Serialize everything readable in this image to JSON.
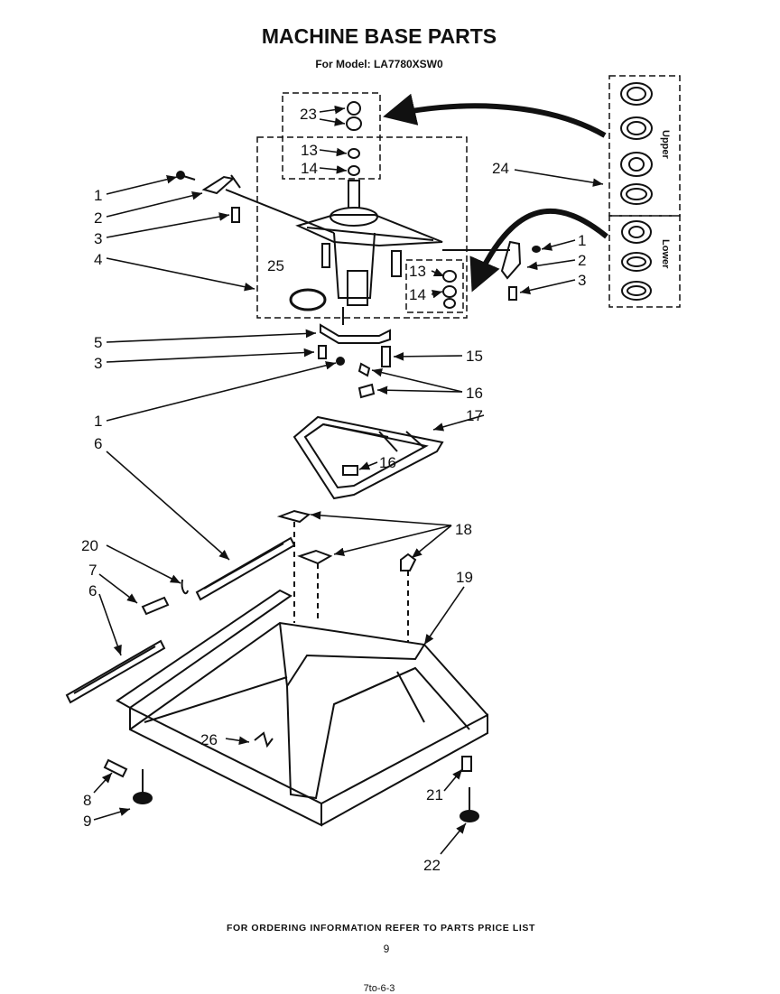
{
  "header": {
    "title": "MACHINE BASE PARTS",
    "model_line": "For Model: LA7780XSW0"
  },
  "callouts": {
    "c23": "23",
    "c13a": "13",
    "c14a": "14",
    "c24": "24",
    "c1a": "1",
    "c2a": "2",
    "c3a": "3",
    "c4": "4",
    "c25": "25",
    "c1b": "1",
    "c2b": "2",
    "c3b": "3",
    "c13b": "13",
    "c14b": "14",
    "c5": "5",
    "c3c": "3",
    "c15": "15",
    "c16a": "16",
    "c1c": "1",
    "c6a": "6",
    "c17": "17",
    "c16b": "16",
    "c18": "18",
    "c20": "20",
    "c7": "7",
    "c19": "19",
    "c6b": "6",
    "c26": "26",
    "c8": "8",
    "c9": "9",
    "c21": "21",
    "c22": "22"
  },
  "bearing_panel": {
    "upper_label": "Upper",
    "lower_label": "Lower"
  },
  "footer": {
    "ordering_note": "FOR ORDERING INFORMATION REFER TO PARTS PRICE LIST",
    "page_number": "9",
    "bottom_mark": "7to-6-3"
  }
}
